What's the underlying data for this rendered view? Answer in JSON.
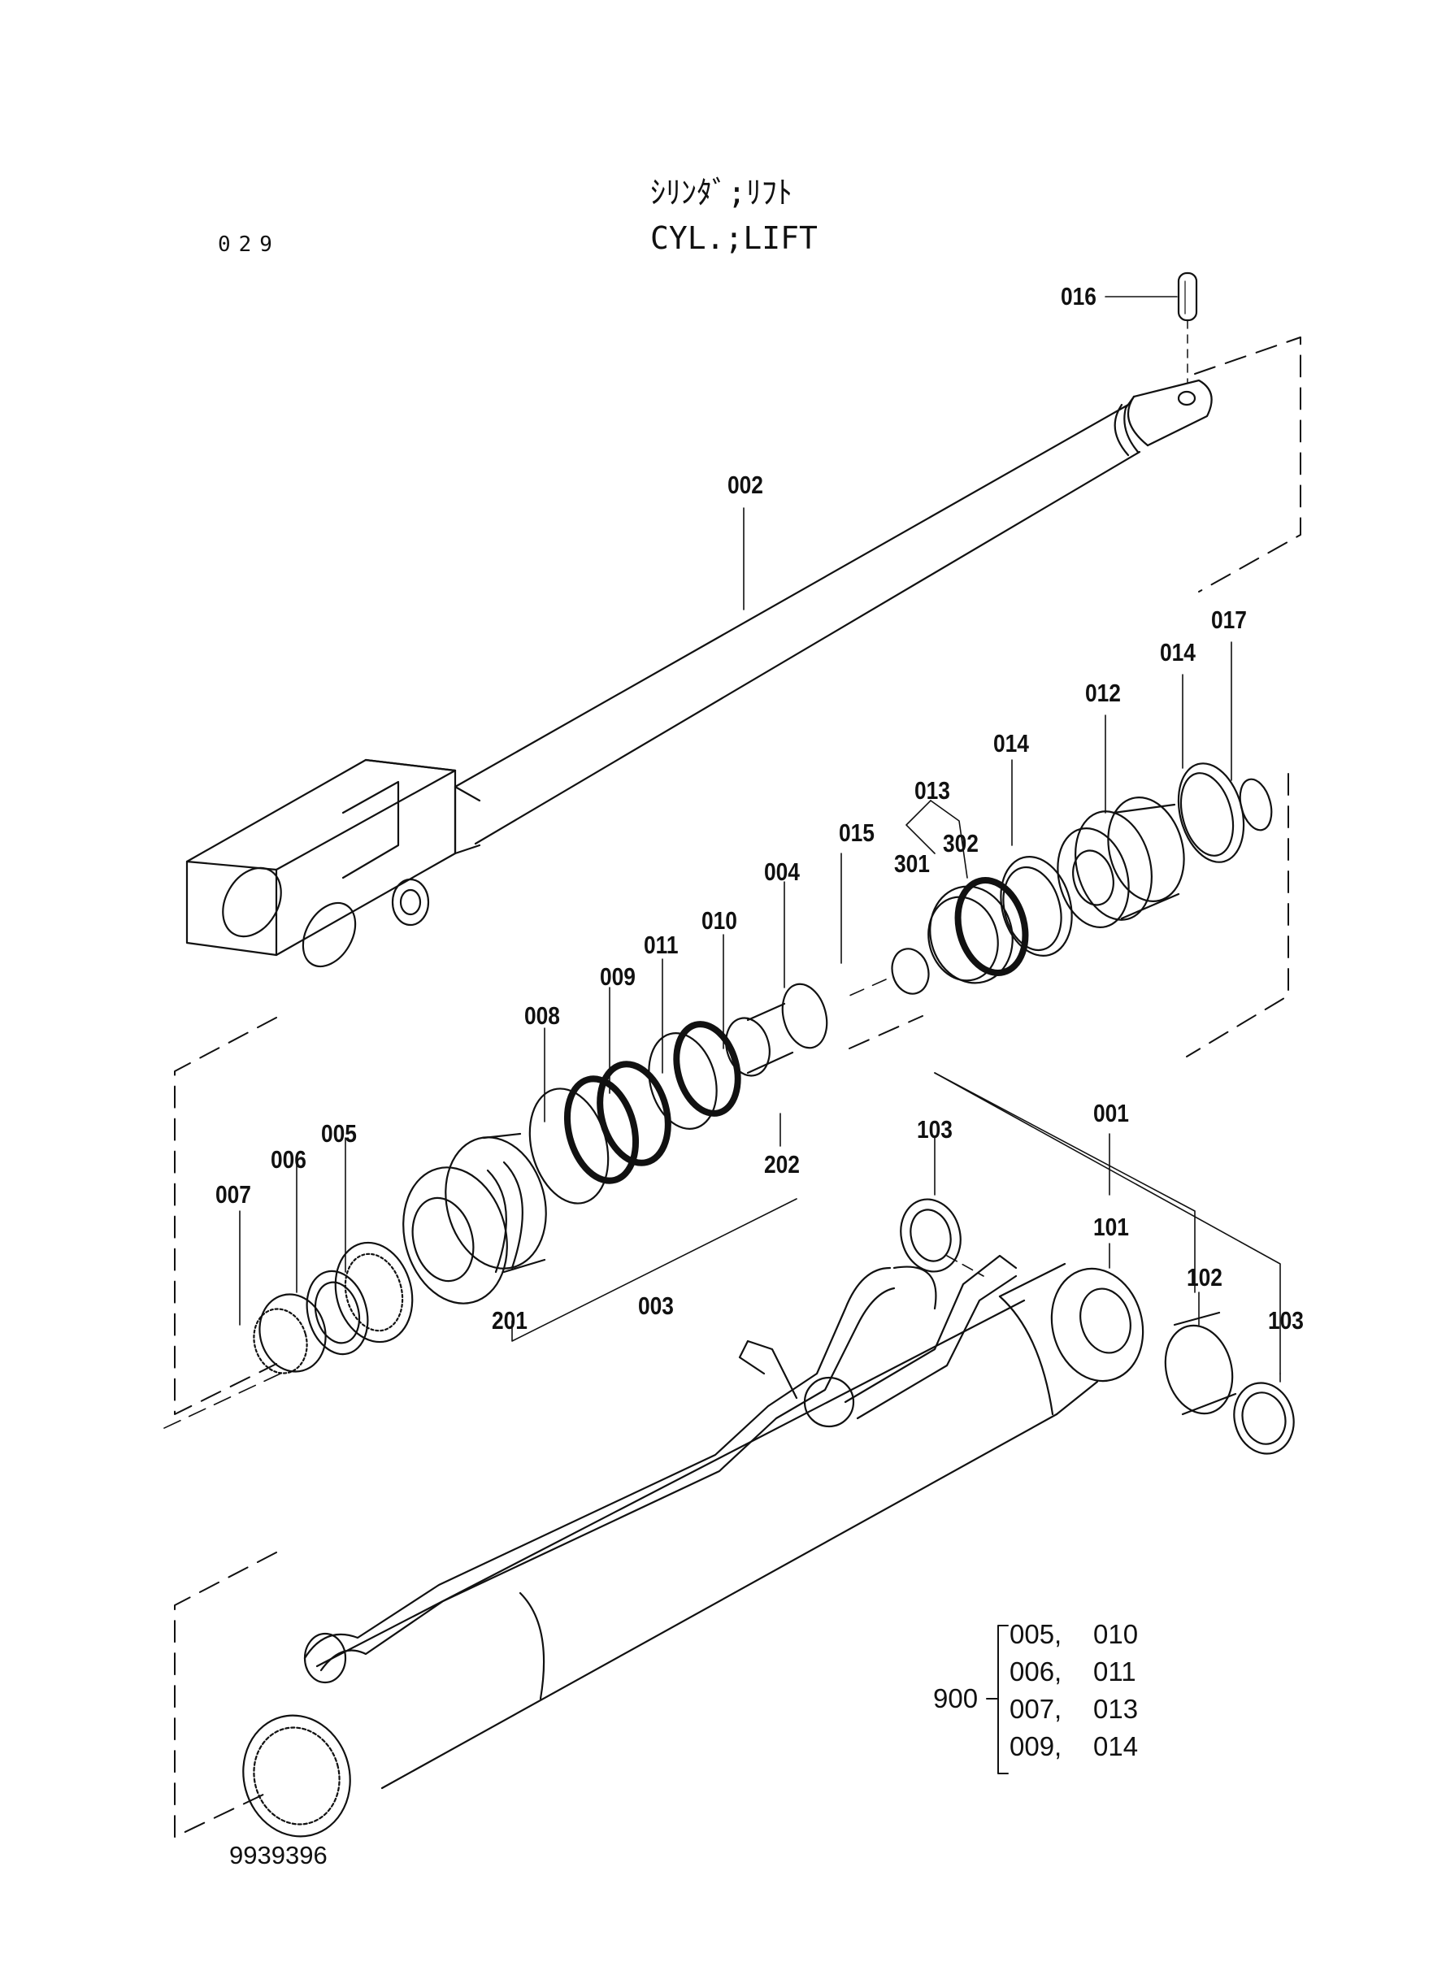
{
  "header": {
    "title_jp": "ｼﾘﾝﾀﾞ;ﾘﾌﾄ",
    "title_en": "CYL.;LIFT",
    "page_code": "029"
  },
  "footer": {
    "drawing_number": "9939396"
  },
  "kit": {
    "label": "900",
    "items": [
      "005,",
      "010",
      "006,",
      "011",
      "007,",
      "013",
      "009,",
      "014"
    ]
  },
  "parts": [
    {
      "id": "p016",
      "label": "016"
    },
    {
      "id": "p002",
      "label": "002"
    },
    {
      "id": "p017",
      "label": "017"
    },
    {
      "id": "p014a",
      "label": "014"
    },
    {
      "id": "p012",
      "label": "012"
    },
    {
      "id": "p014b",
      "label": "014"
    },
    {
      "id": "p013",
      "label": "013"
    },
    {
      "id": "p302",
      "label": "302"
    },
    {
      "id": "p301",
      "label": "301"
    },
    {
      "id": "p015",
      "label": "015"
    },
    {
      "id": "p004",
      "label": "004"
    },
    {
      "id": "p010",
      "label": "010"
    },
    {
      "id": "p011",
      "label": "011"
    },
    {
      "id": "p009",
      "label": "009"
    },
    {
      "id": "p008",
      "label": "008"
    },
    {
      "id": "p005",
      "label": "005"
    },
    {
      "id": "p006",
      "label": "006"
    },
    {
      "id": "p007",
      "label": "007"
    },
    {
      "id": "p202",
      "label": "202"
    },
    {
      "id": "p201",
      "label": "201"
    },
    {
      "id": "p003",
      "label": "003"
    },
    {
      "id": "p103a",
      "label": "103"
    },
    {
      "id": "p001",
      "label": "001"
    },
    {
      "id": "p101",
      "label": "101"
    },
    {
      "id": "p102",
      "label": "102"
    },
    {
      "id": "p103b",
      "label": "103"
    }
  ]
}
